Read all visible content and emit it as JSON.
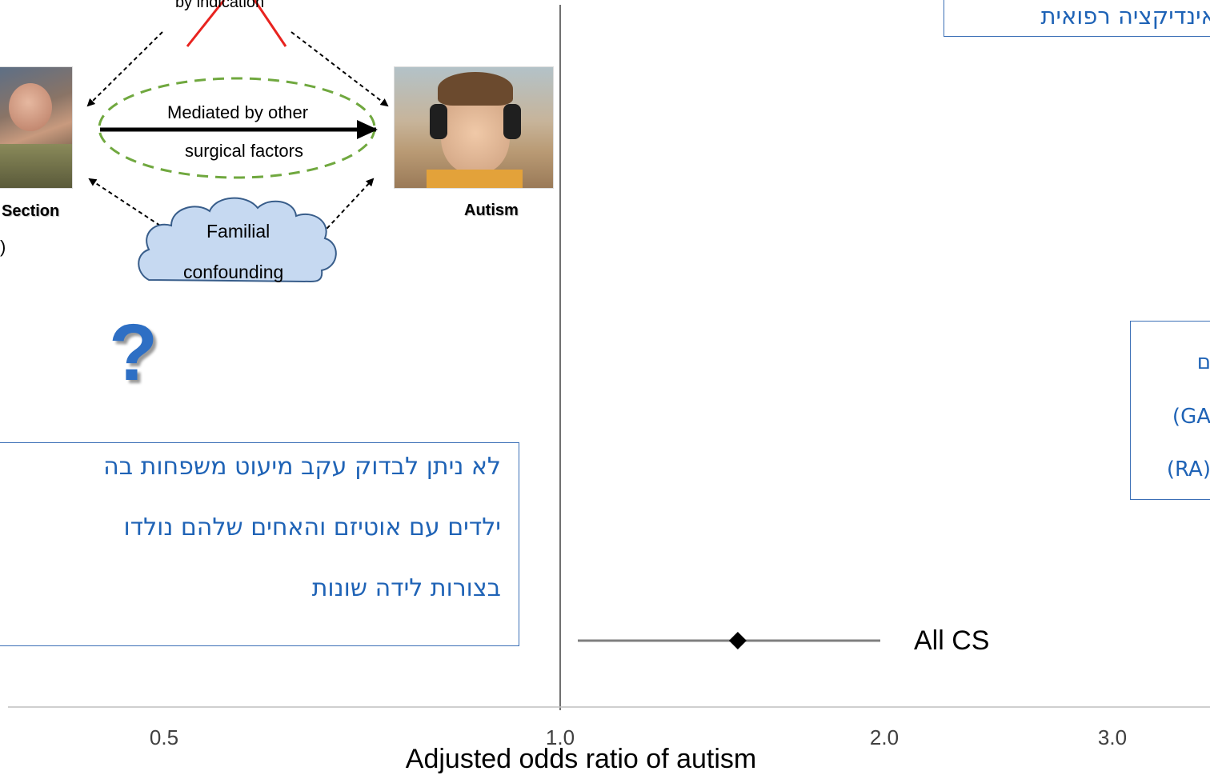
{
  "diagram": {
    "indication_label": "by indication",
    "mediated_line1": "Mediated by other",
    "mediated_line2": "surgical factors",
    "familial_line1": "Familial",
    "familial_line2": "confounding",
    "cs_label": "Section",
    "cs_paren": ")",
    "autism_label": "Autism",
    "question_mark": "?"
  },
  "hebrew": {
    "top_box": "אינדיקציה רפואית",
    "right_box": [
      "ם",
      "(GA",
      "(RA)"
    ],
    "left_box": [
      "לא ניתן לבדוק עקב מיעוט משפחות בה",
      "ילדים עם אוטיזם והאחים שלהם נולדו",
      "בצורות לידה שונות"
    ]
  },
  "chart_data": {
    "type": "scatter",
    "xlabel": "Adjusted odds ratio of autism",
    "x_scale": "log",
    "x_ticks": [
      0.5,
      1.0,
      2.0,
      3.0
    ],
    "x_tick_labels": [
      "0.5",
      "1.0",
      "2.0",
      "3.0"
    ],
    "reference_line": 1.0,
    "series": [
      {
        "name": "All CS",
        "estimate": 1.5,
        "ci_low": 1.0,
        "ci_high": 2.0
      }
    ]
  },
  "colors": {
    "hebrew_text": "#1f63b6",
    "box_border": "#3b6fb6",
    "red_cross": "#e8231f",
    "green_dash": "#70a83f",
    "cloud_fill": "#c6d9f1",
    "ci_line": "#7f7f7f",
    "question": "#2e6fc4"
  }
}
